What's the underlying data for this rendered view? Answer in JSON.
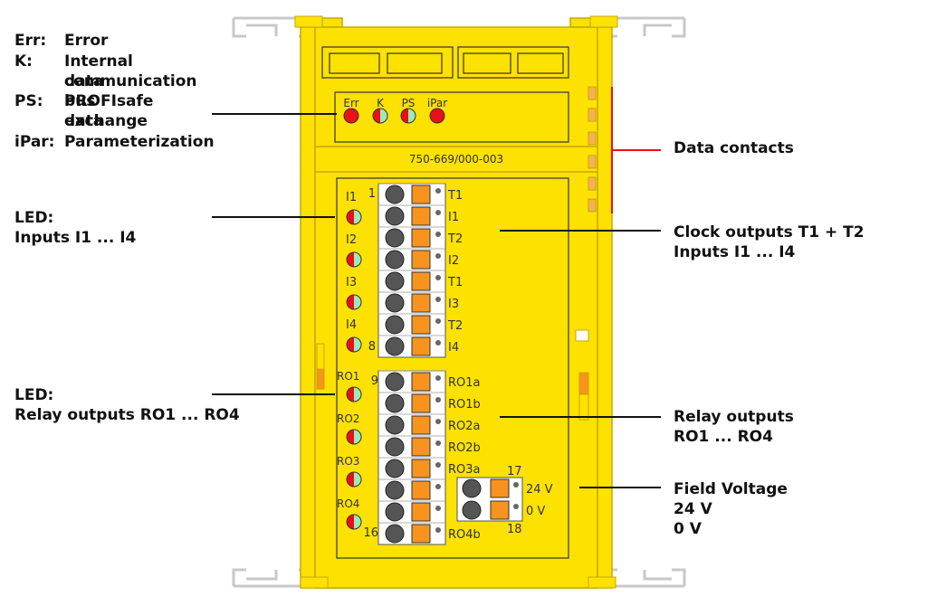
{
  "legend": [
    {
      "key": "Err:",
      "lines": [
        "Error"
      ]
    },
    {
      "key": "K:",
      "lines": [
        "Internal data bus",
        "communication"
      ]
    },
    {
      "key": "PS:",
      "lines": [
        "PROFIsafe data",
        "exchange"
      ]
    },
    {
      "key": "iPar:",
      "lines": [
        "Parameterization"
      ]
    }
  ],
  "callouts": {
    "led_inputs": [
      "LED:",
      "Inputs I1 ... I4"
    ],
    "led_relay": [
      "LED:",
      "Relay outputs RO1 ... RO4"
    ],
    "data_contacts": "Data contacts",
    "clock_outputs": [
      "Clock outputs T1 + T2",
      "Inputs I1 ... I4"
    ],
    "relay_outputs": [
      "Relay outputs",
      "RO1 ... RO4"
    ],
    "field_voltage": [
      "Field Voltage",
      "24 V",
      "0 V"
    ]
  },
  "module": {
    "part_number": "750-669/000-003",
    "status_leds": [
      {
        "label": "Err",
        "type": "red"
      },
      {
        "label": "K",
        "type": "redgreen"
      },
      {
        "label": "PS",
        "type": "redgreen"
      },
      {
        "label": "iPar",
        "type": "red"
      }
    ],
    "input_leds": [
      "I1",
      "I2",
      "I3",
      "I4"
    ],
    "relay_leds": [
      "RO1",
      "RO2",
      "RO3",
      "RO4"
    ],
    "input_terminals": [
      "T1",
      "I1",
      "T2",
      "I2",
      "T1",
      "I3",
      "T2",
      "I4"
    ],
    "relay_terminals": [
      "RO1a",
      "RO1b",
      "RO2a",
      "RO2b",
      "RO3a",
      "",
      "",
      "RO4b"
    ],
    "terminal_numbers": {
      "top": "1",
      "input_end": "8",
      "relay_start": "9",
      "bottom": "16",
      "fv_top": "17",
      "fv_bottom": "18"
    },
    "field_voltage_terminals": [
      "24 V",
      "0 V"
    ]
  },
  "colors": {
    "housing": "#fde100",
    "outline": "#c8a800",
    "led_red": "#e8101a",
    "led_green": "#a0e8b8",
    "clamp": "#f7931e",
    "line_red": "#e8101a"
  }
}
